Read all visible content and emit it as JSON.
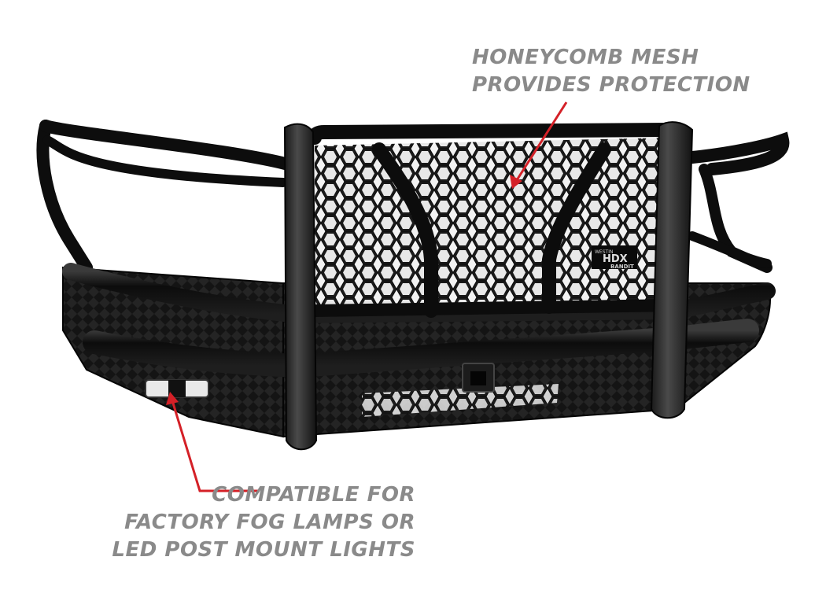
{
  "callouts": {
    "mesh": {
      "lines": [
        "HONEYCOMB MESH",
        "PROVIDES PROTECTION"
      ]
    },
    "lights": {
      "lines": [
        "COMPATIBLE FOR",
        "FACTORY FOG LAMPS OR",
        "LED POST MOUNT LIGHTS"
      ]
    }
  },
  "badge": {
    "brand": "WESTIN",
    "model": "HDX",
    "sub": "BANDIT"
  },
  "colors": {
    "callout_text": "#8a8a8a",
    "arrow": "#d42027",
    "bumper": "#111111",
    "highlight": "#555555",
    "background": "#ffffff"
  },
  "icons": {
    "mesh_arrow": "arrow-up-right-icon",
    "lights_arrow": "arrow-up-icon"
  }
}
